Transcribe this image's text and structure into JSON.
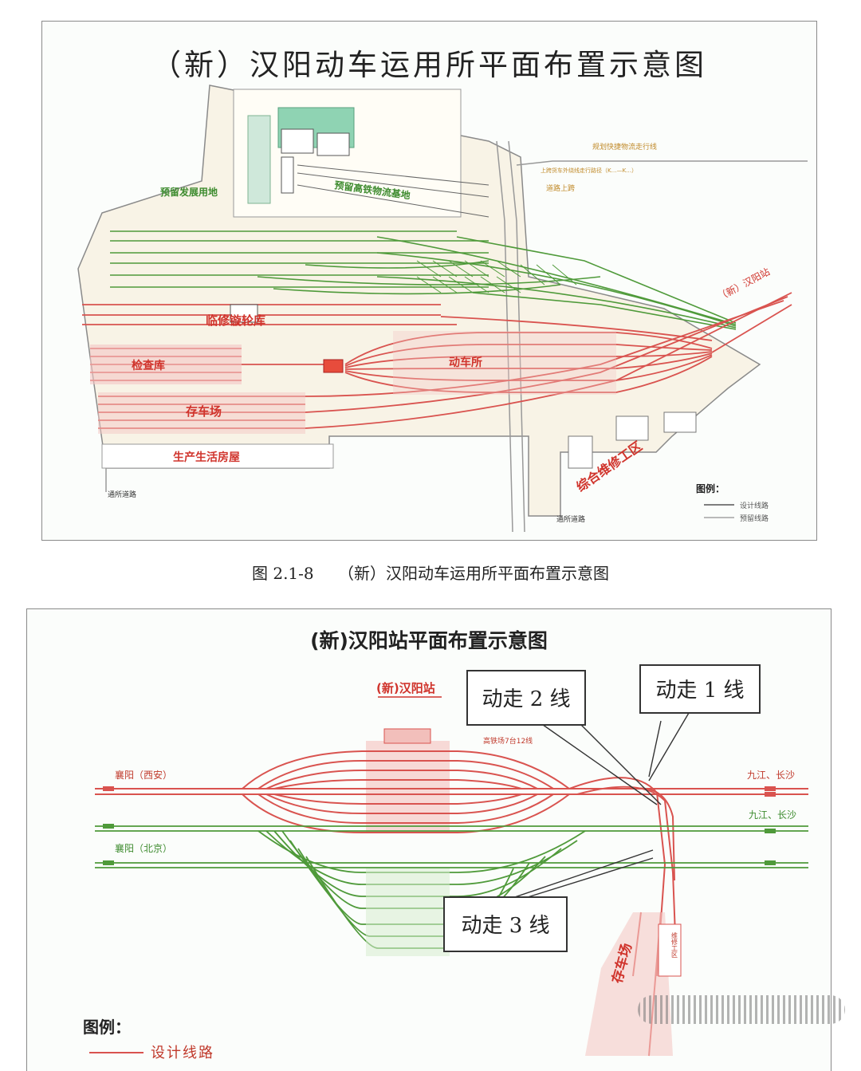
{
  "figure1": {
    "title": "（新）汉阳动车运用所平面布置示意图",
    "labels": {
      "reserve_land": "预留发展用地",
      "logistics_base": "预留高铁物流基地",
      "repair_lathe": "临修镟轮库",
      "inspection_shed": "检查库",
      "depot": "动车所",
      "storage_yard": "存车场",
      "living_buildings": "生产生活房屋",
      "maintenance_area": "综合维修工区",
      "station": "（新）汉阳站",
      "access_road_left": "通所道路",
      "access_road_bottom": "通所道路",
      "planned_line": "规划快捷物流走行线",
      "note_line": "上跨货车外绕线走行路径（K…—K…）",
      "road_overpass": "道路上跨"
    },
    "legend": {
      "title": "图例：",
      "design": "设计线路",
      "existing": "预留线路"
    }
  },
  "caption": {
    "number": "图 2.1-8",
    "text": "（新）汉阳动车运用所平面布置示意图"
  },
  "figure2": {
    "title": "(新)汉阳站平面布置示意图",
    "station_label": "(新)汉阳站",
    "platforms": "高铁场7台12线",
    "dir_xiangyang_xian": "襄阳（西安）",
    "dir_jiujiang_1": "九江、长沙",
    "dir_jiujiang_2": "九江、长沙",
    "dir_xiangyang_beijing": "襄阳（北京）",
    "storage_yard": "存车场",
    "repair_area": "维修工区",
    "callouts": {
      "line2": "动走 2 线",
      "line1": "动走 1 线",
      "line3": "动走 3 线"
    },
    "legend": {
      "title": "图例：",
      "design": "设计线路"
    }
  },
  "colors": {
    "design_red": "#d9534f",
    "reserve_green": "#4f9a3a",
    "label_red": "#d0342c",
    "label_green": "#3d8b2e"
  }
}
